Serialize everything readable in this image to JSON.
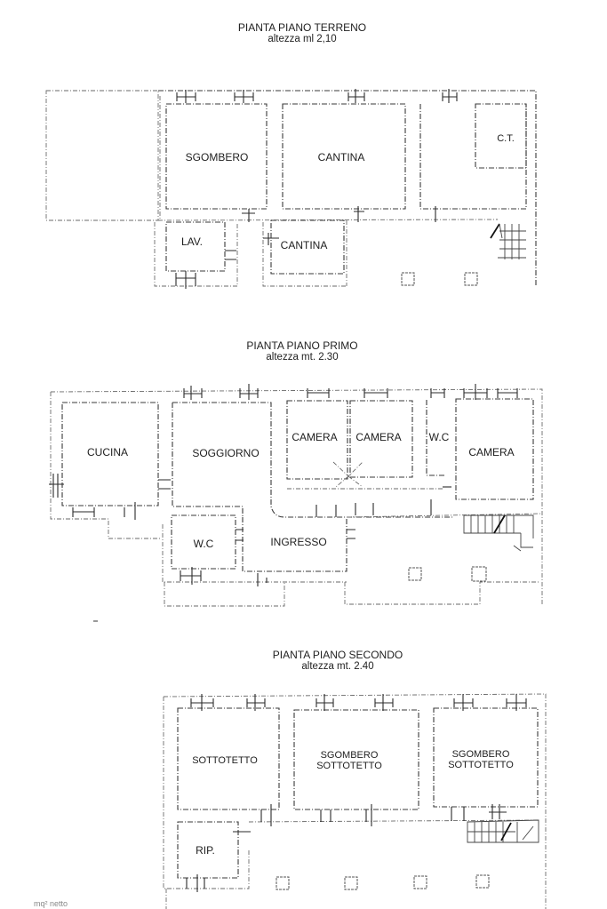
{
  "floors": [
    {
      "id": "ground",
      "title": "PIANTA PIANO TERRENO",
      "height_label": "altezza ml  2,10",
      "rooms": [
        {
          "name": "SGOMBERO"
        },
        {
          "name": "CANTINA"
        },
        {
          "name": "C.T."
        },
        {
          "name": "LAV."
        },
        {
          "name": "CANTINA"
        }
      ]
    },
    {
      "id": "first",
      "title": "PIANTA PIANO PRIMO",
      "height_label": "altezza mt. 2.30",
      "rooms": [
        {
          "name": "CUCINA"
        },
        {
          "name": "SOGGIORNO"
        },
        {
          "name": "CAMERA"
        },
        {
          "name": "CAMERA"
        },
        {
          "name": "W.C"
        },
        {
          "name": "CAMERA"
        },
        {
          "name": "W.C"
        },
        {
          "name": "INGRESSO"
        }
      ]
    },
    {
      "id": "second",
      "title": "PIANTA PIANO SECONDO",
      "height_label": "altezza mt. 2.40",
      "rooms": [
        {
          "name": "SOTTOTETTO"
        },
        {
          "name_line1": "SGOMBERO",
          "name_line2": "SOTTOTETTO"
        },
        {
          "name_line1": "SGOMBERO",
          "name_line2": "SOTTOTETTO"
        },
        {
          "name": "RIP."
        }
      ]
    }
  ],
  "footer": {
    "note": "mq² netto"
  }
}
